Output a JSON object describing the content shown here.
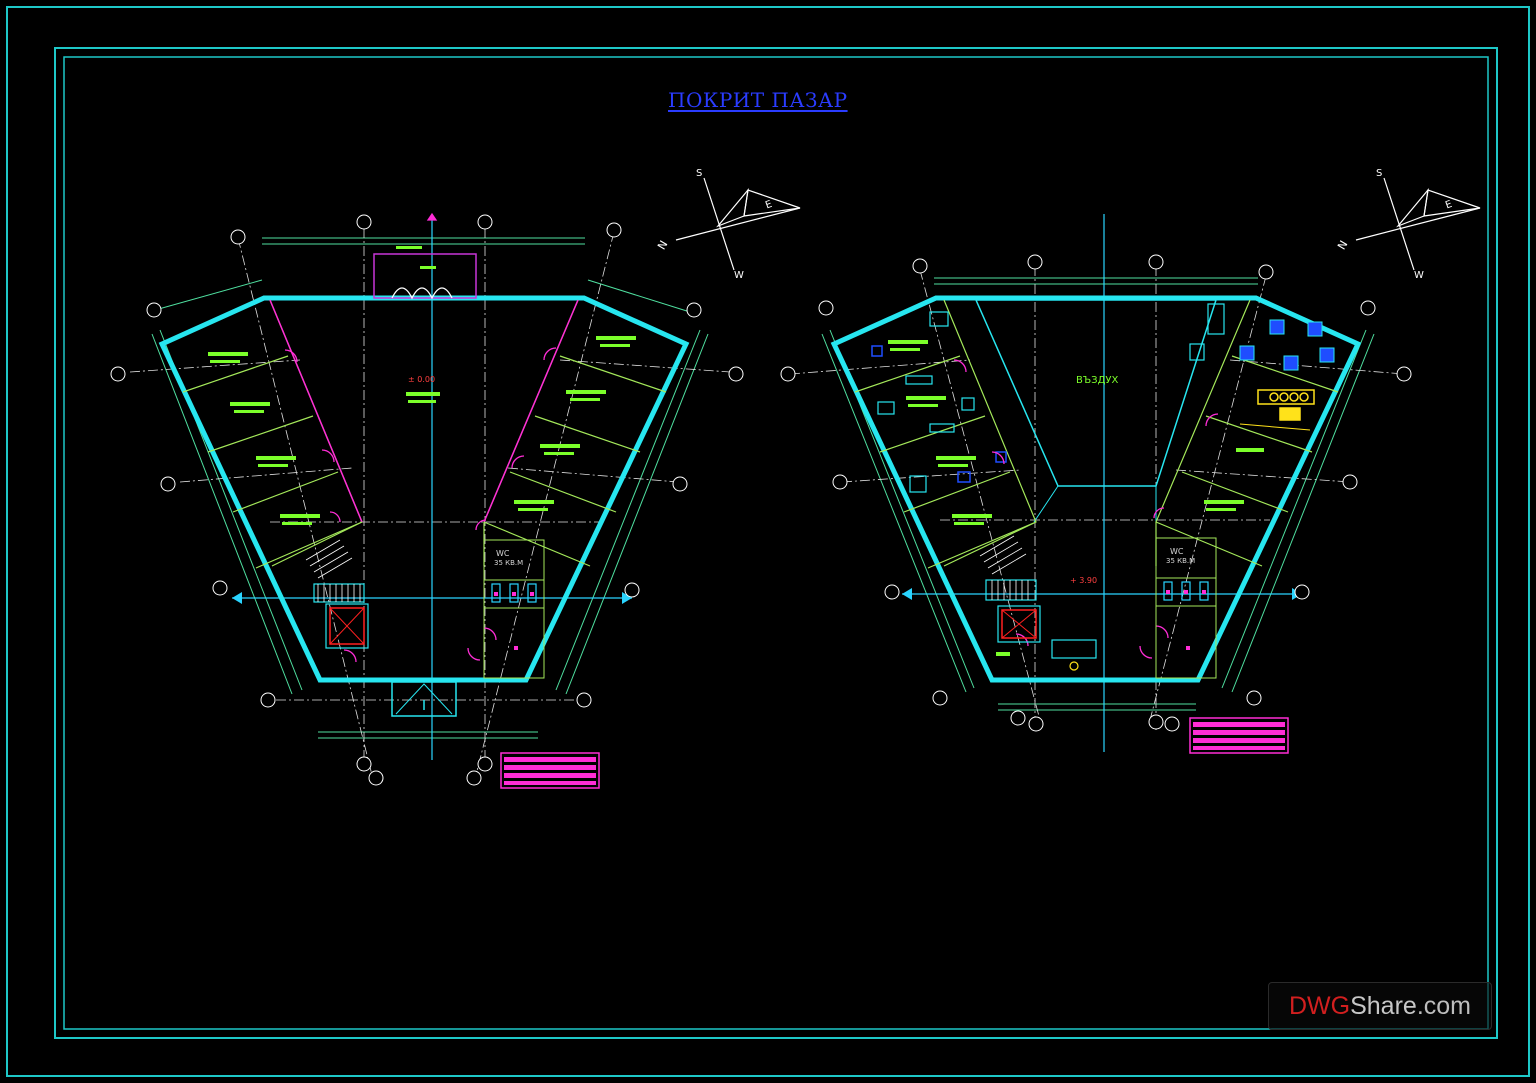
{
  "drawing": {
    "title": "ПОКРИТ ПАЗАР",
    "left_plan": {
      "level_mark": "± 0.00",
      "wc_label": "WC",
      "wc_area": "35 КВ.М"
    },
    "right_plan": {
      "void_label": "ВЪЗДУХ",
      "level_mark": "+ 3.90",
      "wc_label": "WC",
      "wc_area": "35 КВ.М"
    },
    "compass": {
      "north": "N",
      "south": "S",
      "east": "E",
      "west": "W"
    }
  },
  "watermark": {
    "part1": "DWG",
    "part2": "Share",
    "part3": ".com"
  },
  "colors": {
    "background": "#000000",
    "frame": "#1ec8c8",
    "walls": "#27e6f0",
    "partitions": "#a4e85a",
    "labels": "#7cff2a",
    "title": "#2a3cff",
    "doors": "#ff2dd6",
    "title_block": "#ff2dd6",
    "furniture": "#1f4dff",
    "stove": "#ffe21a"
  }
}
